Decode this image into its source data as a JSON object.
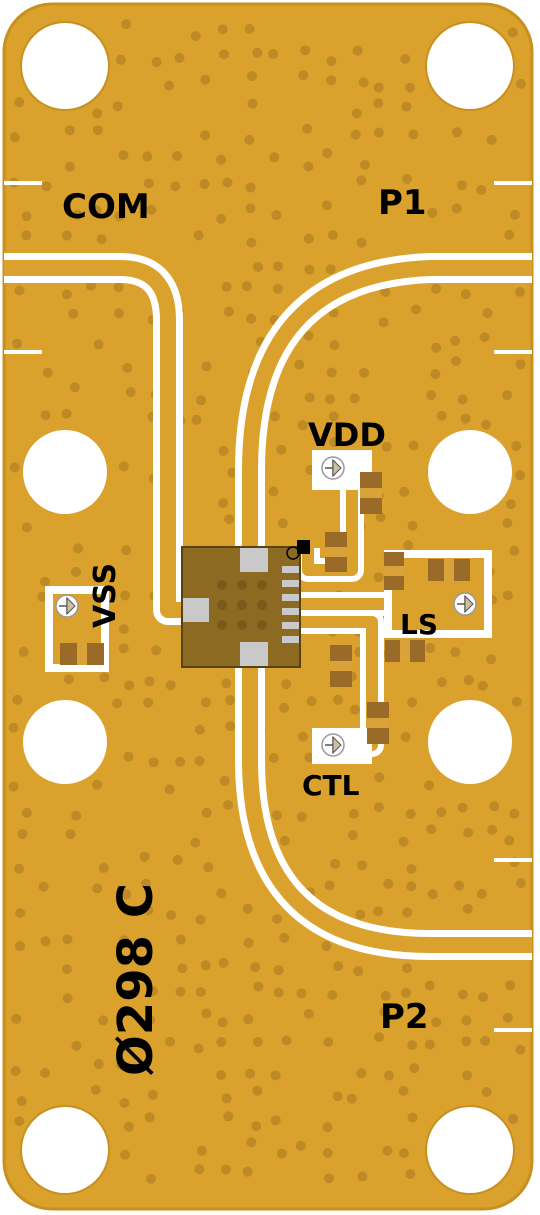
{
  "board": {
    "labels": {
      "com": "COM",
      "p1": "P1",
      "p2": "P2",
      "vdd": "VDD",
      "vss": "VSS",
      "ls": "LS",
      "ctl": "CTL",
      "part_number": "Ø298 C"
    },
    "colors": {
      "copper": "#DBA12D",
      "copper_edge": "#C7901F",
      "via": "#BE8A25",
      "gap": "#FFFFFF",
      "chip_body": "#8C6A22",
      "chip_pad": "#C9C9C9",
      "component": "#9A6A28",
      "component_end": "#D9A33A",
      "silkscreen": "#000000",
      "test_point": "#CDBFA0"
    },
    "icons": {
      "mounting_hole": "circle-hole-icon",
      "test_point": "test-point-icon",
      "pin1_marker": "pin1-marker-icon"
    }
  }
}
